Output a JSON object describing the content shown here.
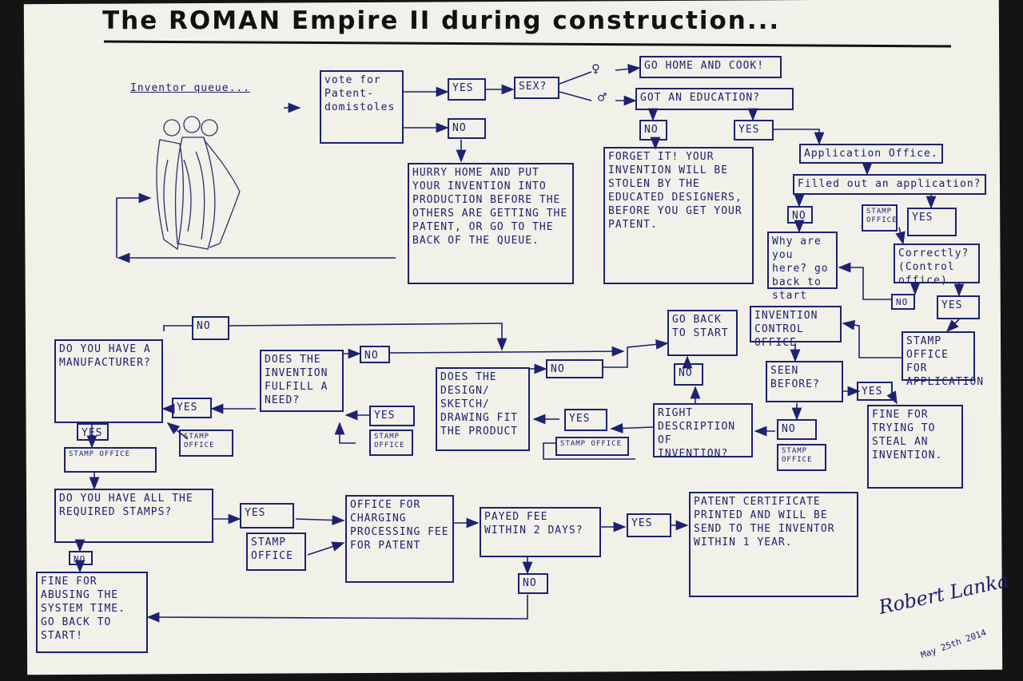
{
  "title": "The ROMAN Empire II during construction...",
  "queue_label": "Inventor queue...",
  "nodes": {
    "vote": "vote for Patent-domistoles",
    "yes1": "yes",
    "no1": "no",
    "sex": "SEX?",
    "female_symbol": "♀",
    "male_symbol": "♂",
    "home": "Go HOME AND COOK!",
    "education": "GOT AN EDUCATION?",
    "no2": "NO",
    "yes2": "YES",
    "hurry": "HURRY HOME AND PUT YOUR INVENTION INTO PRODUCTION BEFORE THE OTHERS ARE GETTING THE PATENT, OR GO TO THE BACK OF THE QUEUE.",
    "forget": "FORGET IT! YOUR INVENTION WILL BE STOLEN BY THE EDUCATED DESIGNERS, BEFORE YOU GET YOUR PATENT.",
    "app_office": "Application Office.",
    "filled": "Filled out an application?",
    "no3": "NO",
    "stamp1": "STAMP OFFICE",
    "yes3": "YES",
    "why": "Why are you here? go back to start",
    "correctly": "Correctly? (Control office)",
    "no4": "NO",
    "yes4": "YES",
    "stamp_app": "STAMP OFFICE FOR APPLICATION",
    "inv_control": "INVENTION CONTROL OFFICE",
    "go_back": "GO BACK TO START",
    "no5": "NO",
    "seen": "SEEN BEFORE?",
    "yes5": "YES",
    "fine_steal": "FINE FOR TRYING TO STEAL AN INVENTION.",
    "no6": "NO",
    "stamp2": "STAMP OFFICE",
    "right_desc": "RIGHT DESCRIPTION OF INVENTION?",
    "yes6": "YES",
    "stamp3": "STAMP OFFICE",
    "design": "DOES THE DESIGN/ SKETCH/ DRAWING FIT THE PRODUCT",
    "no7": "NO",
    "yes7": "YES",
    "stamp4": "STAMP OFFICE",
    "need": "DOES THE INVENTION FULFILL A NEED?",
    "no8": "NO",
    "yes8": "YES",
    "stamp5": "STAMP OFFICE",
    "manufacturer": "DO YOU HAVE A MANUFACTURER?",
    "no9": "NO",
    "yes9": "YES",
    "stamp6": "STAMP OFFICE",
    "stamps": "DO YOU HAVE ALL THE REQUIRED STAMPS?",
    "no10": "NO",
    "fine_abuse": "FINE FOR ABUSING THE SYSTEM TIME. GO BACK TO START!",
    "yes10": "YES",
    "stamp7": "STAMP OFFICE",
    "charging": "OFFICE FOR CHARGING PROCESSING FEE FOR PATENT",
    "payed": "PAYED FEE WITHIN 2 DAYS?",
    "no11": "NO",
    "yes11": "YES",
    "certificate": "PATENT CERTIFICATE PRINTED AND WILL BE SEND TO THE INVENTOR WITHIN 1 YEAR."
  },
  "signature": "Robert Lanka",
  "signature_date": "May 25th 2014",
  "colors": {
    "ink": "#1c2170",
    "paper": "#f1f0e9",
    "background": "#141414"
  }
}
